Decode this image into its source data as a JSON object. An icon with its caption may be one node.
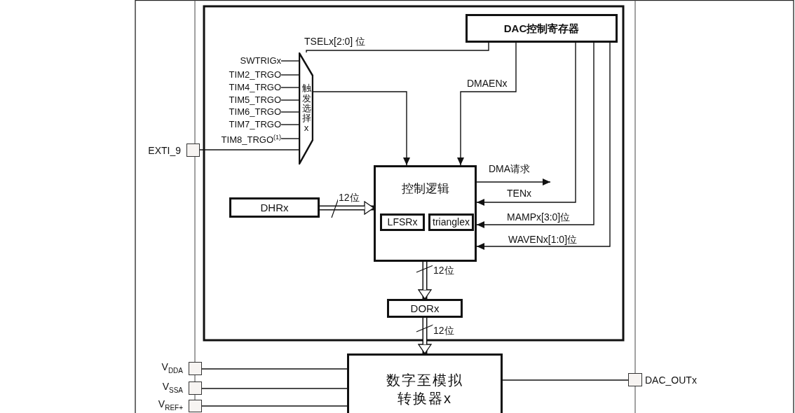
{
  "diagram": {
    "nodes": [
      {
        "text": [
          "DAC控制寄存器"
        ]
      },
      {
        "text": [
          "触发选择x"
        ]
      },
      {
        "text": [
          "SWTRIGx"
        ]
      },
      {
        "text": [
          "TIM2_TRGO"
        ]
      },
      {
        "text": [
          "TIM4_TRGO"
        ]
      },
      {
        "text": [
          "TIM5_TRGO"
        ]
      },
      {
        "text": [
          "TIM6_TRGO"
        ]
      },
      {
        "text": [
          "TIM7_TRGO"
        ]
      },
      {
        "text": [
          "TIM8_TRGO$^{(1)}$"
        ]
      },
      {
        "text": [],
        "shape": "box",
        "beside": [
          "EXTI_9"
        ]
      },
      {
        "text": [
          "控制逻辑"
        ]
      },
      {
        "text": [
          "LFSRx"
        ],
        "in": 10
      },
      {
        "text": [
          "trianglex"
        ],
        "in": 10
      },
      {
        "text": [
          "DHRx"
        ]
      },
      {
        "text": [
          "DORx"
        ]
      },
      {
        "text": [
          "数字至模拟转换器x"
        ]
      },
      {
        "text": [],
        "shape": "box",
        "beside": [
          "V$_{DDA}$"
        ]
      },
      {
        "text": [],
        "shape": "box",
        "beside": [
          "V$_{SSA}$"
        ]
      },
      {
        "text": [],
        "shape": "box",
        "beside": [
          "V$_{REF+}$"
        ]
      },
      {
        "text": [],
        "shape": "box",
        "beside": [
          "DAC_OUTx"
        ]
      }
    ],
    "edges": [
      {
        "from": 2,
        "to": 1,
        "arrow": "none"
      },
      {
        "from": 3,
        "to": 1,
        "arrow": "none"
      },
      {
        "from": 4,
        "to": 1,
        "arrow": "none"
      },
      {
        "from": 5,
        "to": 1,
        "arrow": "none"
      },
      {
        "from": 6,
        "to": 1,
        "arrow": "none"
      },
      {
        "from": 7,
        "to": 1,
        "arrow": "none"
      },
      {
        "from": 8,
        "to": 1,
        "arrow": "none"
      },
      {
        "from": 9,
        "to": 1,
        "arrow": "none"
      },
      {
        "from": 0,
        "to": 1,
        "arrow": "none",
        "label": "TSELx[2:0] 位"
      },
      {
        "from": 1,
        "to": 10,
        "arrow": "to"
      },
      {
        "from": 0,
        "to": 10,
        "arrow": "to",
        "label": "DMAENx"
      },
      {
        "from": 10,
        "to": null,
        "arrow": "to",
        "label": "DMA请求"
      },
      {
        "from": 0,
        "to": 10,
        "arrow": "to",
        "label": "TENx"
      },
      {
        "from": 0,
        "to": 10,
        "arrow": "to",
        "label": "MAMPx[3:0]位"
      },
      {
        "from": 0,
        "to": 10,
        "arrow": "to",
        "label": "WAVENx[1:0]位"
      },
      {
        "from": 13,
        "to": 10,
        "arrow": "to",
        "style": "thick",
        "label": "12位"
      },
      {
        "from": 10,
        "to": 14,
        "arrow": "to",
        "style": "thick",
        "label": "12位"
      },
      {
        "from": 14,
        "to": 15,
        "arrow": "to",
        "style": "thick",
        "label": "12位"
      },
      {
        "from": 16,
        "to": 15,
        "arrow": "none"
      },
      {
        "from": 17,
        "to": 15,
        "arrow": "none"
      },
      {
        "from": 18,
        "to": 15,
        "arrow": "none"
      },
      {
        "from": 15,
        "to": 19,
        "arrow": "none"
      }
    ]
  }
}
